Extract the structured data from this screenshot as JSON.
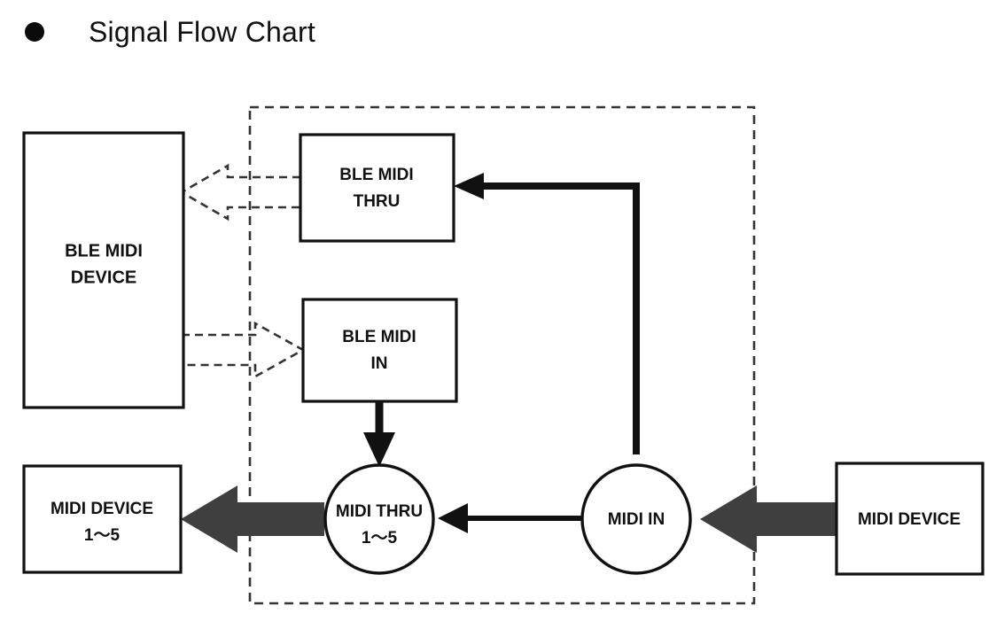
{
  "heading": {
    "bullet_icon": "bullet-dot-icon",
    "title": "Signal Flow Chart"
  },
  "diagram": {
    "type": "signal-flow",
    "colors": {
      "stroke": "#111111",
      "thick_arrow": "#3f3f3f",
      "dashed": "#333333",
      "background": "#ffffff"
    },
    "nodes": {
      "ble_midi_device": {
        "line1": "BLE MIDI",
        "line2": "DEVICE"
      },
      "ble_midi_thru": {
        "line1": "BLE MIDI",
        "line2": "THRU"
      },
      "ble_midi_in": {
        "line1": "BLE MIDI",
        "line2": "IN"
      },
      "midi_thru": {
        "line1": "MIDI THRU",
        "line2": "1〜5"
      },
      "midi_in": {
        "line1": "MIDI IN",
        "line2": ""
      },
      "midi_device_1_5": {
        "line1": "MIDI DEVICE",
        "line2": "1〜5"
      },
      "midi_device": {
        "line1": "MIDI DEVICE",
        "line2": ""
      }
    },
    "connections": [
      {
        "from": "ble_midi_thru",
        "to": "ble_midi_device",
        "style": "dashed-block-arrow",
        "direction": "left"
      },
      {
        "from": "ble_midi_device",
        "to": "ble_midi_in",
        "style": "dashed-block-arrow",
        "direction": "right"
      },
      {
        "from": "midi_in",
        "to": "ble_midi_thru",
        "style": "thick-line-arrow",
        "direction": "up-left"
      },
      {
        "from": "ble_midi_in",
        "to": "midi_thru",
        "style": "thick-line-arrow",
        "direction": "down"
      },
      {
        "from": "midi_in",
        "to": "midi_thru",
        "style": "thin-line-arrow",
        "direction": "left"
      },
      {
        "from": "midi_device",
        "to": "midi_in",
        "style": "block-arrow",
        "direction": "left"
      },
      {
        "from": "midi_thru",
        "to": "midi_device_1_5",
        "style": "block-arrow",
        "direction": "left"
      }
    ],
    "boundary": {
      "label": "",
      "style": "dashed-rectangle"
    }
  }
}
